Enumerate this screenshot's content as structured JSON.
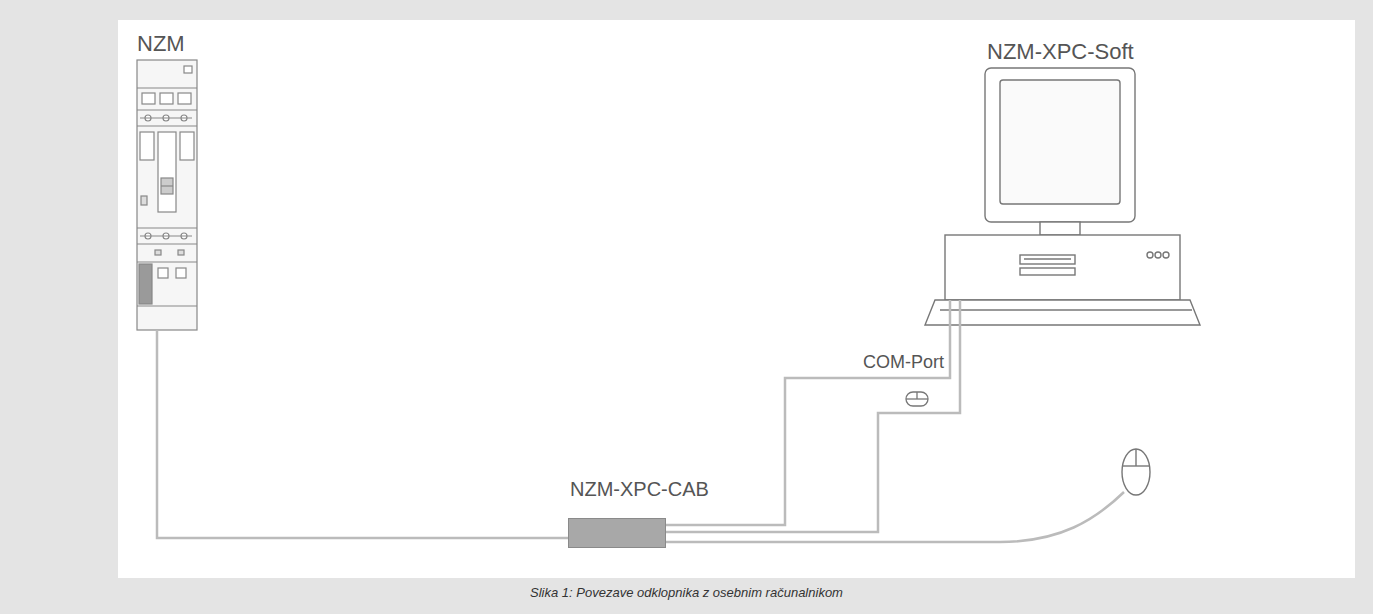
{
  "diagram": {
    "caption": "Slika 1: Povezave odklopnika z osebnim računalnikom",
    "nodes": [
      {
        "text": [
          "NZM"
        ]
      },
      {
        "text": [
          "NZM-XPC-CAB"
        ]
      },
      {
        "text": [
          "NZM-XPC-Soft"
        ]
      }
    ],
    "edges": [
      {
        "from": 0,
        "to": 1,
        "arrow": "none"
      },
      {
        "from": 1,
        "to": 2,
        "arrow": "none",
        "label": "COM-Port"
      },
      {
        "from": 1,
        "to": 2,
        "arrow": "none"
      }
    ]
  }
}
